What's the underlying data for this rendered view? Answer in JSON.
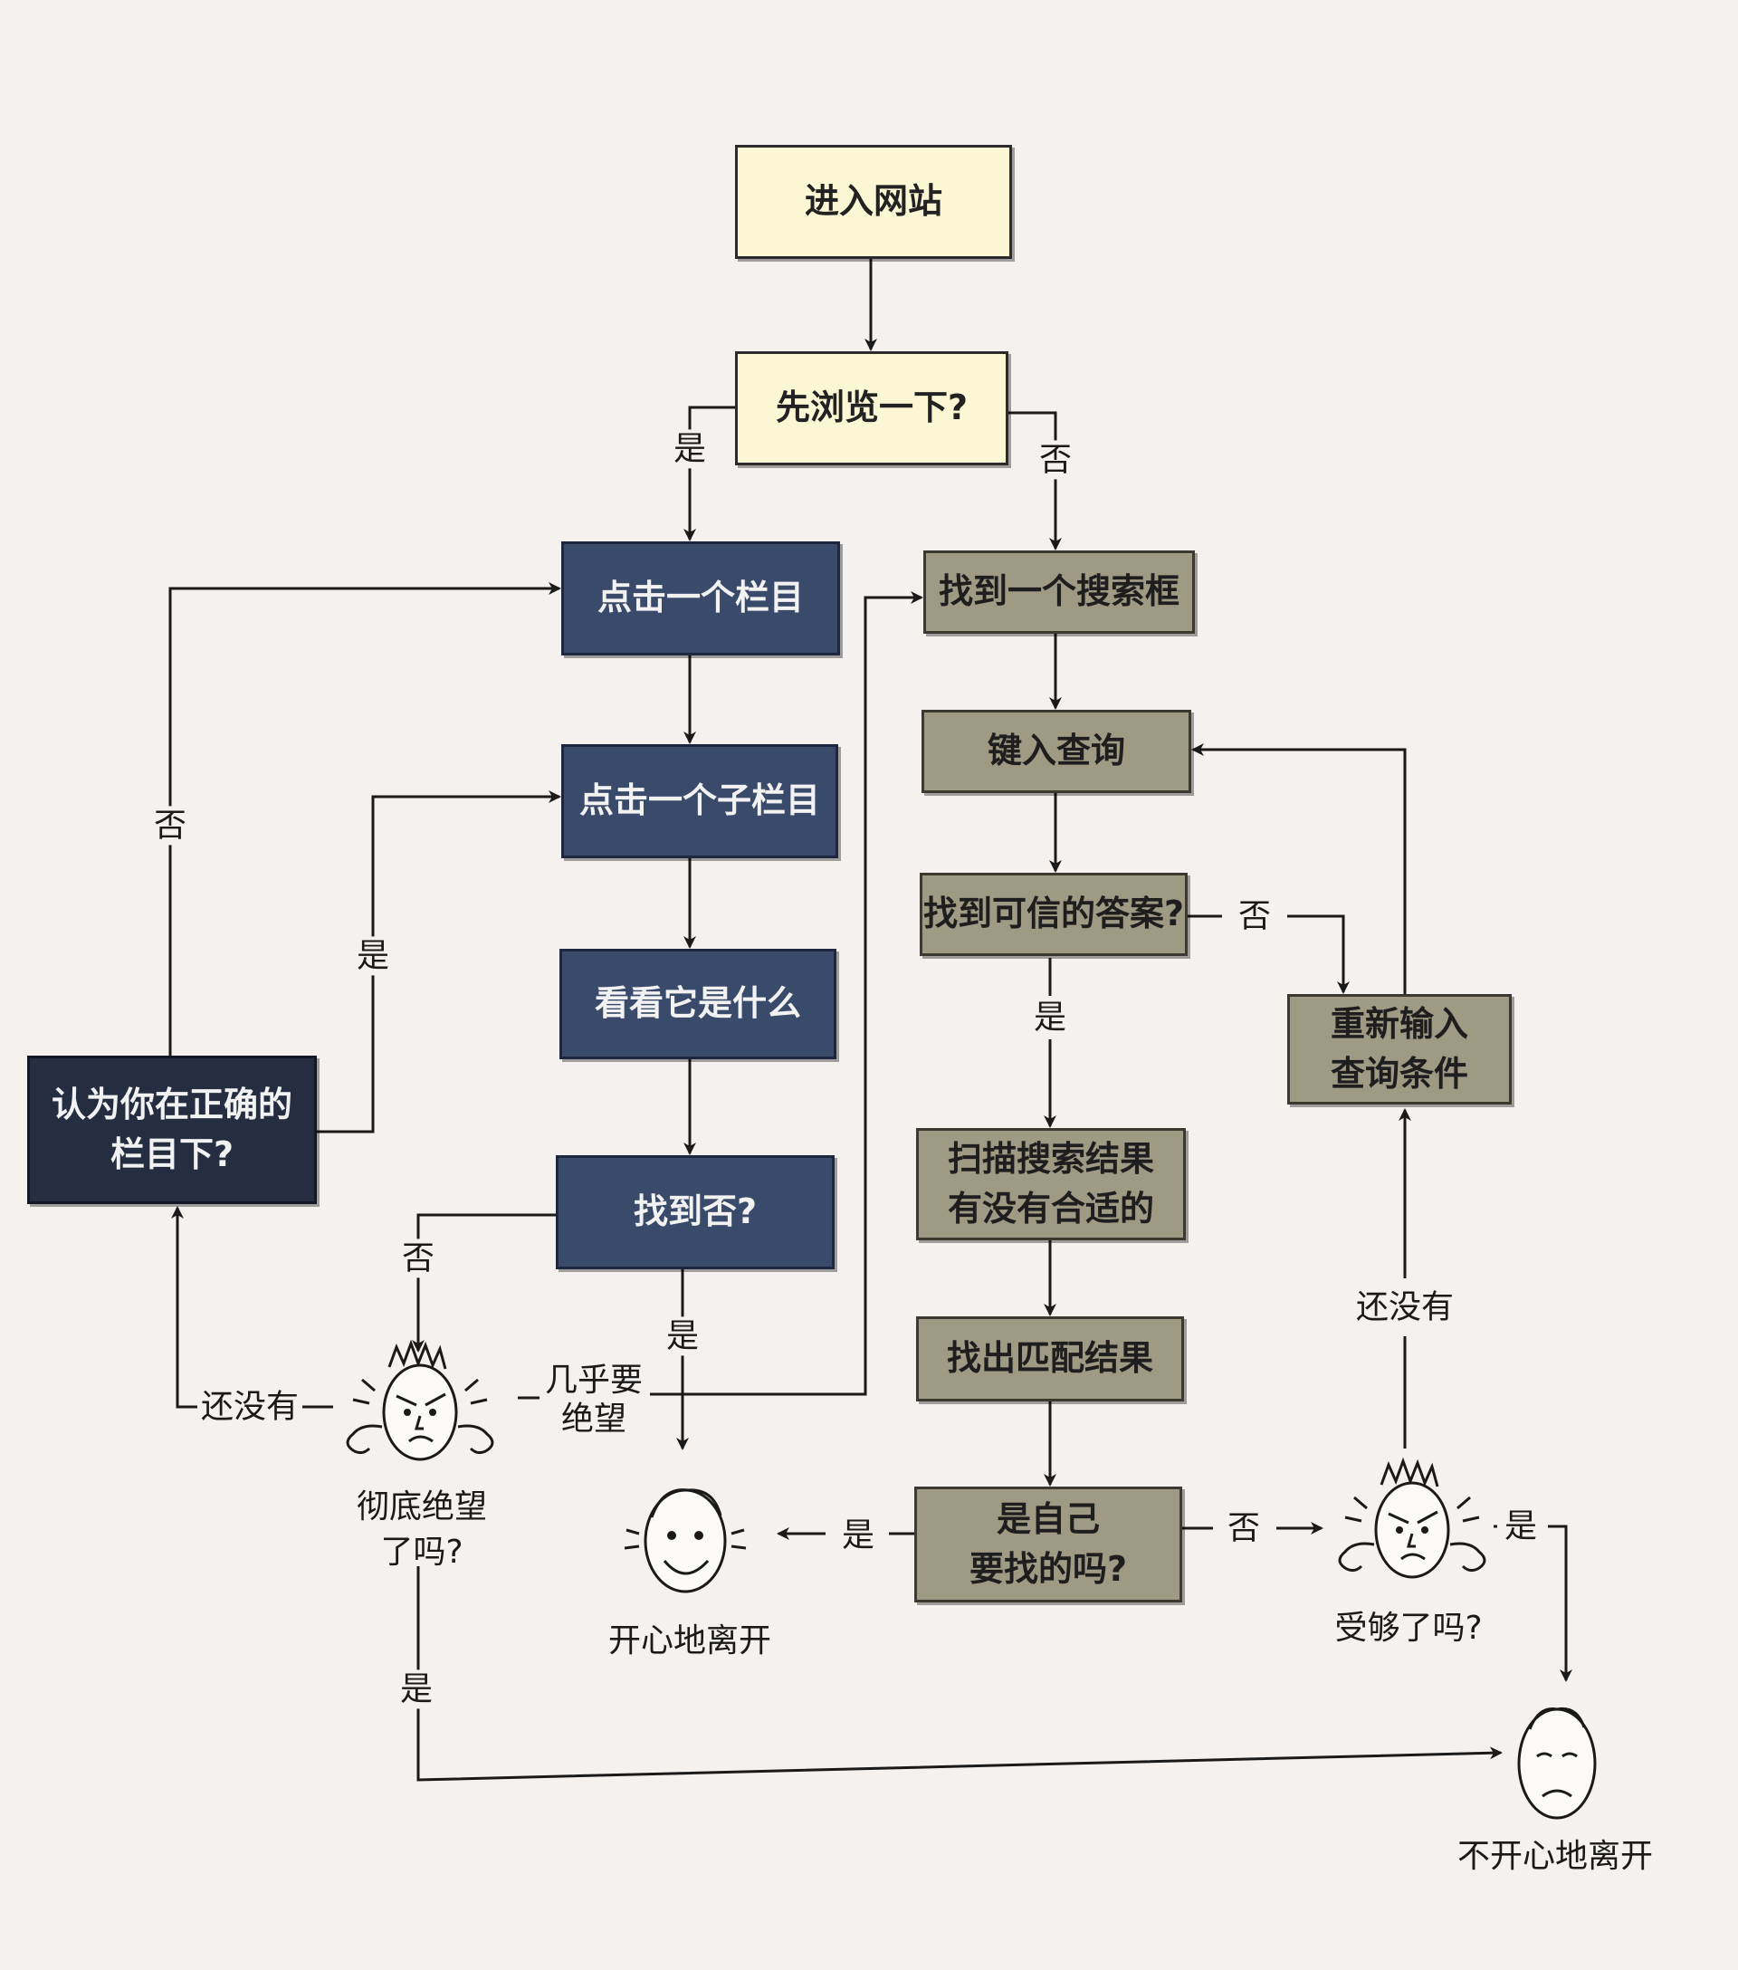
{
  "colors": {
    "cream": "#fbf7d4",
    "navy": "#3a4a6a",
    "dark": "#252d40",
    "khaki": "#9e9a84",
    "line": "#1a1a1a"
  },
  "nodes": {
    "enter_site": [
      "进入网站"
    ],
    "browse_first": [
      "先浏览一下?"
    ],
    "click_category": [
      "点击一个栏目"
    ],
    "click_subcategory": [
      "点击一个子栏目"
    ],
    "look_what": [
      "看看它是什么"
    ],
    "found": [
      "找到否?"
    ],
    "right_category": [
      "认为你在正确的",
      "栏目下?"
    ],
    "find_search_box": [
      "找到一个搜索框"
    ],
    "type_query": [
      "键入查询"
    ],
    "credible_answer": [
      "找到可信的答案?"
    ],
    "reenter_query": [
      "重新输入",
      "查询条件"
    ],
    "scan_results": [
      "扫描搜索结果",
      "有没有合适的"
    ],
    "find_matches": [
      "找出匹配结果"
    ],
    "is_wanted": [
      "是自己",
      "要找的吗?"
    ]
  },
  "labels": {
    "browse_yes": [
      "是"
    ],
    "browse_no": [
      "否"
    ],
    "right_cat_no": [
      "否"
    ],
    "right_cat_yes": [
      "是"
    ],
    "found_no": [
      "否"
    ],
    "found_yes": [
      "是"
    ],
    "not_yet_left": [
      "还没有"
    ],
    "almost_despair": [
      "几乎要",
      "绝望"
    ],
    "despair_yes": [
      "是"
    ],
    "credible_no": [
      "否"
    ],
    "credible_yes": [
      "是"
    ],
    "not_yet_right": [
      "还没有"
    ],
    "wanted_yes": [
      "是"
    ],
    "wanted_no": [
      "否"
    ],
    "enough_yes": [
      "是"
    ]
  },
  "faces": {
    "despair": {
      "caption": [
        "彻底绝望",
        "了吗?"
      ],
      "mood": "angry"
    },
    "happy": {
      "caption": [
        "开心地离开"
      ],
      "mood": "happy"
    },
    "enough": {
      "caption": [
        "受够了吗?"
      ],
      "mood": "angry"
    },
    "unhappy": {
      "caption": [
        "不开心地离开"
      ],
      "mood": "sad"
    }
  }
}
